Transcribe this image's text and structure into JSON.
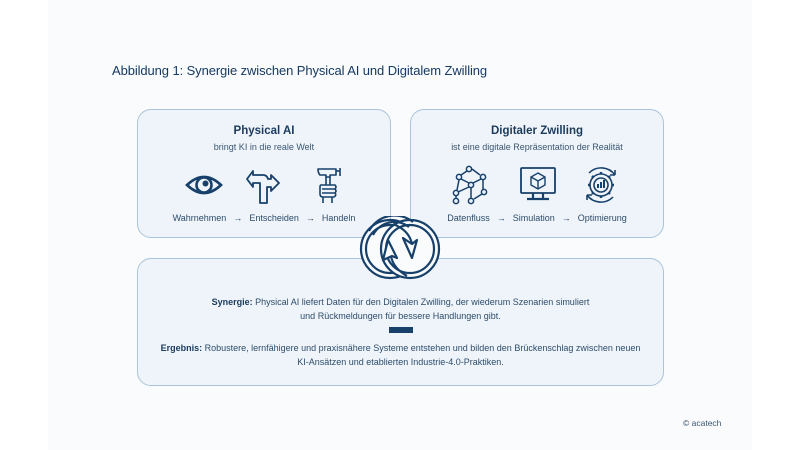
{
  "figure": {
    "title": "Abbildung 1: Synergie zwischen Physical AI und Digitalem Zwilling",
    "copyright": "© acatech"
  },
  "colors": {
    "navy": "#17406b",
    "box_fill": "#eef4f9",
    "box_border": "#a9c4db",
    "page_bg": "#fafbfc"
  },
  "physical_ai": {
    "title": "Physical AI",
    "subtitle": "bringt KI in die reale Welt",
    "icons": [
      "eye-icon",
      "fork-arrows-icon",
      "hand-hammer-icon"
    ],
    "steps": [
      "Wahrnehmen",
      "Entscheiden",
      "Handeln"
    ],
    "arrow": "→"
  },
  "digital_twin": {
    "title": "Digitaler Zwilling",
    "subtitle": "ist eine digitale Repräsentation der Realität",
    "icons": [
      "data-flow-network-icon",
      "monitor-cube-icon",
      "gear-cycle-chart-icon"
    ],
    "steps": [
      "Datenfluss",
      "Simulation",
      "Optimierung"
    ],
    "arrow": "→"
  },
  "synergy": {
    "icon": "interlocking-cycle-arrows-icon",
    "synergy_label": "Synergie:",
    "synergy_line1": " Physical AI liefert Daten für den Digitalen Zwilling, der wiederum Szenarien simuliert",
    "synergy_line2": "und Rückmeldungen für bessere Handlungen gibt.",
    "result_label": "Ergebnis:",
    "result_line1": " Robustere, lernfähigere und praxisnähere Systeme entstehen und bilden den Brückenschlag zwischen neuen",
    "result_line2": "KI-Ansätzen und etablierten Industrie-4.0-Praktiken."
  }
}
